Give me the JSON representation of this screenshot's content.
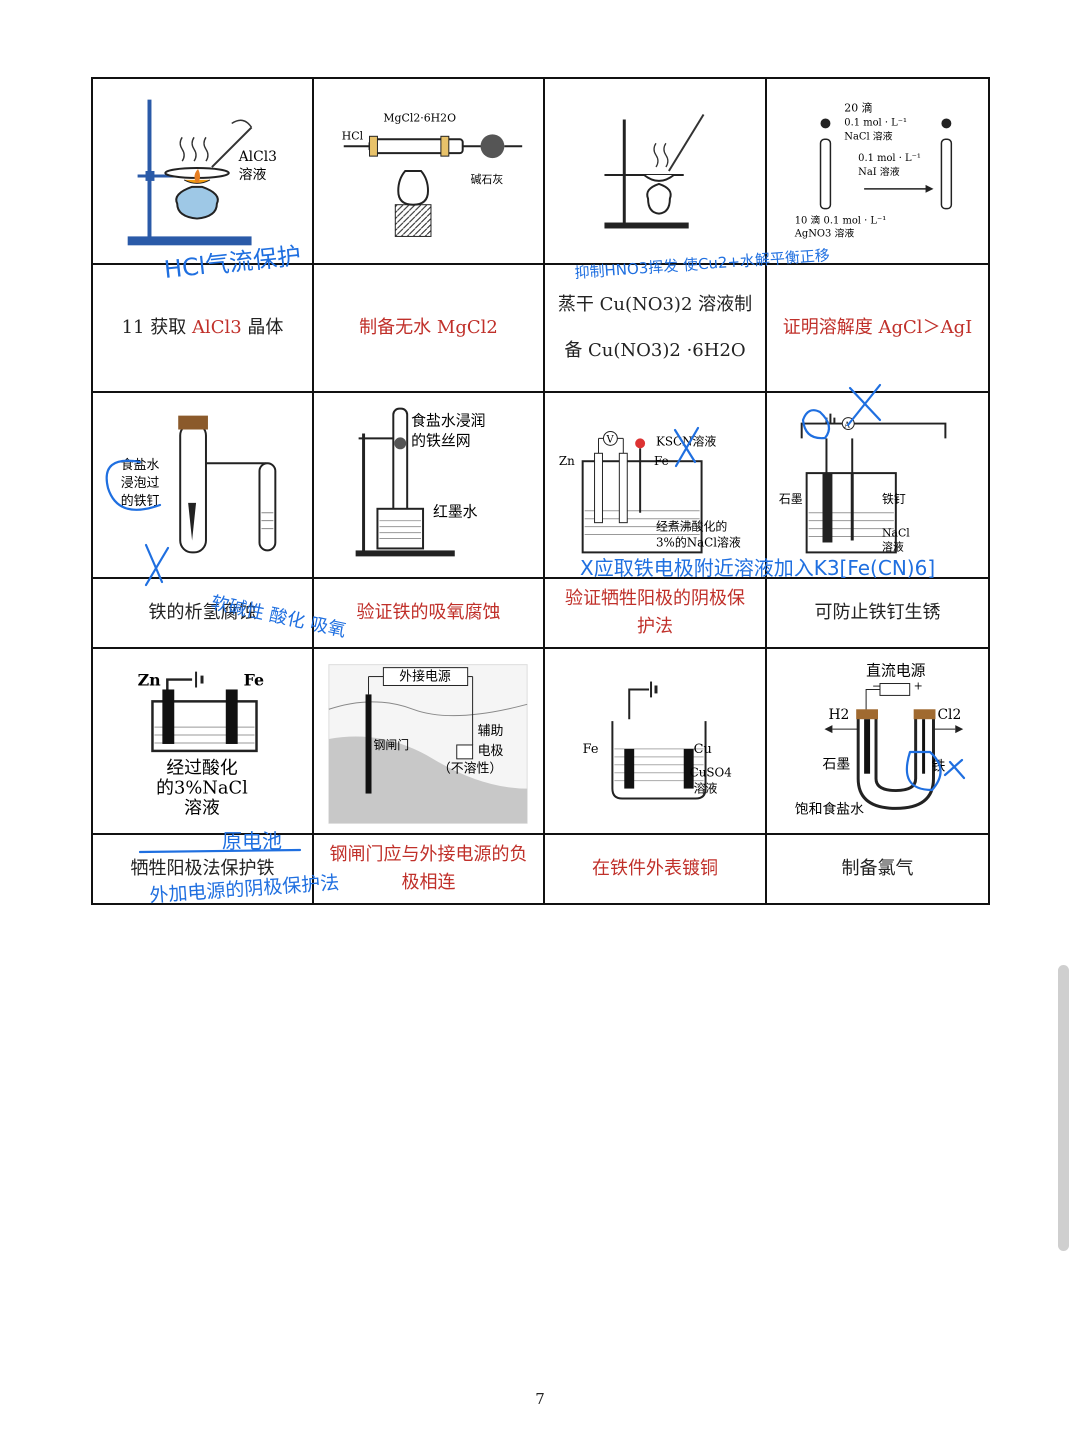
{
  "table": {
    "rows": [
      {
        "figures": [
          {
            "labels": [
              "AlCl3",
              "溶液"
            ]
          },
          {
            "labels": [
              "MgCl2·6H2O",
              "HCl",
              "碱石灰"
            ]
          },
          {
            "labels": []
          },
          {
            "labels": [
              "20 滴",
              "0.1 mol · L⁻¹",
              "NaCl 溶液",
              "0.1 mol · L⁻¹",
              "NaI 溶液",
              "10 滴 0.1 mol · L⁻¹",
              "AgNO3 溶液"
            ]
          }
        ],
        "captions": [
          {
            "prefix": "11 获取 ",
            "highlight": "AlCl3",
            "suffix": " 晶体"
          },
          {
            "text": "制备无水 MgCl2"
          },
          {
            "line1": "蒸干 Cu(NO3)2 溶液制",
            "line2": "备 Cu(NO3)2 ·6H2O"
          },
          {
            "text": "证明溶解度 AgCl＞AgI"
          }
        ]
      },
      {
        "figures": [
          {
            "labels": [
              "食盐水",
              "浸泡过",
              "的铁钉"
            ]
          },
          {
            "labels": [
              "食盐水浸润",
              "的铁丝网",
              "红墨水"
            ]
          },
          {
            "labels": [
              "V",
              "KSCN溶液",
              "Zn",
              "Fe",
              "经煮沸酸化的",
              "3%的NaCl溶液"
            ]
          },
          {
            "labels": [
              "A",
              "石墨",
              "铁钉",
              "NaCl",
              "溶液"
            ]
          }
        ],
        "captions": [
          {
            "text": "铁的析氢腐蚀"
          },
          {
            "text": "验证铁的吸氧腐蚀"
          },
          {
            "line1": "验证牺牲阳极的阴极保",
            "line2": "护法"
          },
          {
            "text": "可防止铁钉生锈"
          }
        ]
      },
      {
        "figures": [
          {
            "labels": [
              "Zn",
              "Fe",
              "经过酸化",
              "的3%NaCl",
              "溶液"
            ]
          },
          {
            "labels": [
              "外接电源",
              "钢闸门",
              "辅助",
              "电极",
              "（不溶性）"
            ]
          },
          {
            "labels": [
              "Fe",
              "Cu",
              "CuSO4",
              "溶液"
            ]
          },
          {
            "labels": [
              "直流电源",
              "−",
              "+",
              "H2",
              "Cl2",
              "石墨",
              "铁",
              "饱和食盐水"
            ]
          }
        ],
        "captions": [
          {
            "text": "牺牲阳极法保护铁"
          },
          {
            "line1": "钢闸门应与外接电源的负",
            "line2": "极相连"
          },
          {
            "text": "在铁件外表镀铜"
          },
          {
            "text": "制备氯气"
          }
        ]
      }
    ]
  },
  "handwriting": [
    "HCl气流保护",
    "抑制HNO3挥发 使Cu2+水解平衡正移",
    "X",
    "X",
    "X应取铁电极附近溶液加入K3[Fe(CN)6]",
    "软碱性 酸化 吸氧",
    "X",
    "原电池",
    "外加电源的阴极保护法"
  ],
  "page": {
    "number": "7"
  },
  "colors": {
    "red_caption": "#c0302a",
    "ink": "#1f6fe0"
  }
}
